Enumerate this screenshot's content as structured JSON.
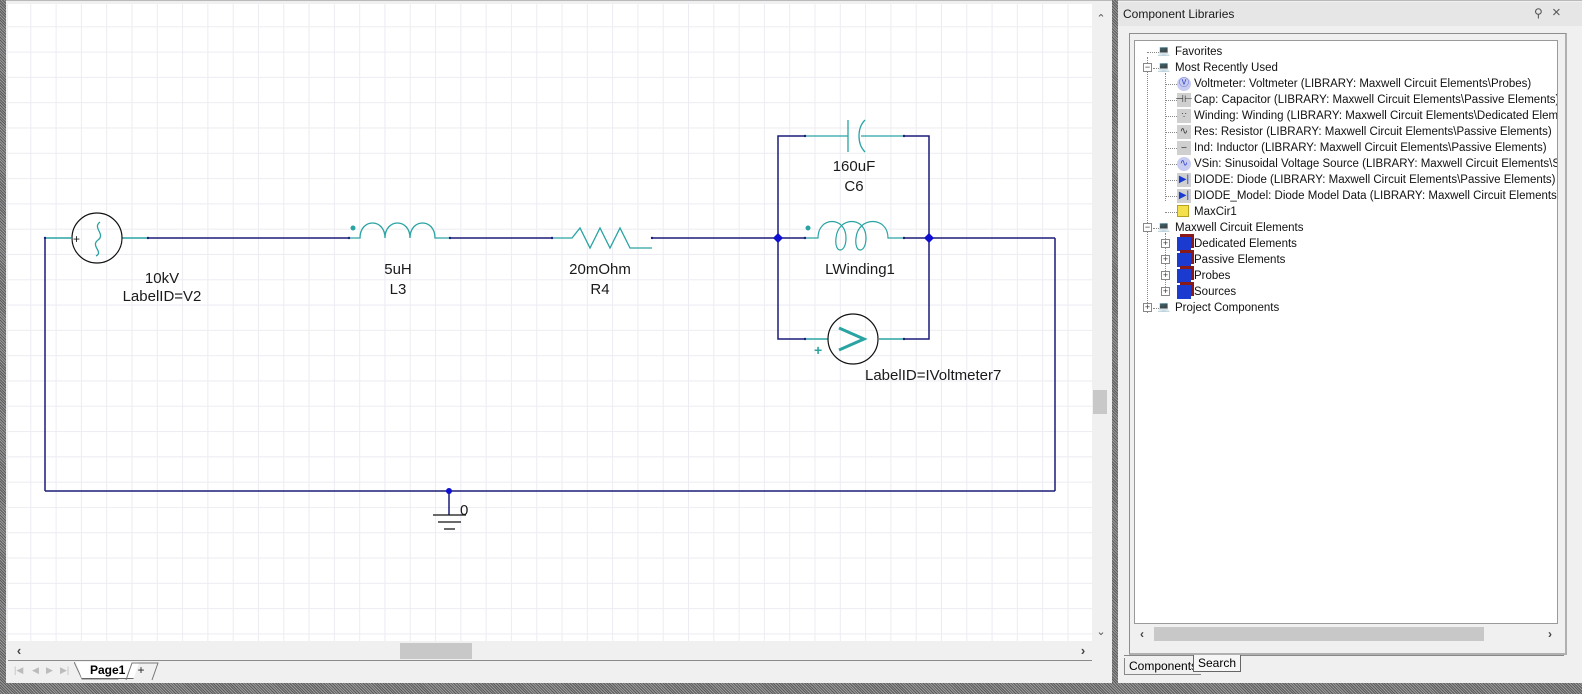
{
  "schematic": {
    "page_tabs": [
      {
        "label": "Page1",
        "active": true
      }
    ],
    "add_page_label": "+",
    "components": {
      "source": {
        "value": "10kV",
        "label": "LabelID=V2",
        "plus": "+"
      },
      "inductor": {
        "value": "5uH",
        "label": "L3"
      },
      "resistor": {
        "value": "20mOhm",
        "label": "R4"
      },
      "capacitor": {
        "value": "160uF",
        "label": "C6"
      },
      "winding": {
        "label": "LWinding1"
      },
      "voltmeter": {
        "label": "LabelID=IVoltmeter7",
        "plus": "+"
      },
      "ground": {
        "label": "0"
      }
    },
    "colors": {
      "wire": "#1c1c7a",
      "component": "#2aa3a3",
      "junction": "#1010d0"
    }
  },
  "panel": {
    "title": "Component Libraries",
    "pin_icon": "pin-icon",
    "close_icon": "close-icon",
    "tree": [
      {
        "label": "Favorites",
        "icon": "library-icon",
        "level": 0,
        "expander": null
      },
      {
        "label": "Most Recently Used",
        "icon": "library-icon",
        "level": 0,
        "expander": "-"
      },
      {
        "label": "Voltmeter: Voltmeter (LIBRARY: Maxwell Circuit Elements\\Probes)",
        "icon": "voltmeter-icon",
        "level": 1,
        "expander": null
      },
      {
        "label": "Cap: Capacitor (LIBRARY: Maxwell Circuit Elements\\Passive Elements)",
        "icon": "capacitor-icon",
        "level": 1,
        "expander": null
      },
      {
        "label": "Winding: Winding (LIBRARY: Maxwell Circuit Elements\\Dedicated Elements)",
        "icon": "winding-icon",
        "level": 1,
        "expander": null
      },
      {
        "label": "Res: Resistor (LIBRARY: Maxwell Circuit Elements\\Passive Elements)",
        "icon": "resistor-icon",
        "level": 1,
        "expander": null
      },
      {
        "label": "Ind: Inductor (LIBRARY: Maxwell Circuit Elements\\Passive Elements)",
        "icon": "inductor-icon",
        "level": 1,
        "expander": null
      },
      {
        "label": "VSin: Sinusoidal Voltage Source (LIBRARY: Maxwell Circuit Elements\\Sources)",
        "icon": "sine-source-icon",
        "level": 1,
        "expander": null
      },
      {
        "label": "DIODE: Diode (LIBRARY: Maxwell Circuit Elements\\Passive Elements)",
        "icon": "diode-icon",
        "level": 1,
        "expander": null
      },
      {
        "label": "DIODE_Model: Diode Model Data (LIBRARY: Maxwell Circuit Elements\\Passive Elements)",
        "icon": "diode-icon",
        "level": 1,
        "expander": null
      },
      {
        "label": "MaxCir1",
        "icon": "circuit-file-icon",
        "level": 1,
        "expander": null
      },
      {
        "label": "Maxwell Circuit Elements",
        "icon": "library-icon",
        "level": 0,
        "expander": "-"
      },
      {
        "label": "Dedicated Elements",
        "icon": "folder-stack-icon",
        "level": 1,
        "expander": "+"
      },
      {
        "label": "Passive Elements",
        "icon": "folder-stack-icon",
        "level": 1,
        "expander": "+"
      },
      {
        "label": "Probes",
        "icon": "folder-stack-icon",
        "level": 1,
        "expander": "+"
      },
      {
        "label": "Sources",
        "icon": "folder-stack-icon",
        "level": 1,
        "expander": "+"
      },
      {
        "label": "Project Components",
        "icon": "library-icon",
        "level": 0,
        "expander": "+"
      }
    ],
    "tabs": [
      {
        "label": "Components",
        "active": true
      },
      {
        "label": "Search",
        "active": false
      }
    ]
  }
}
